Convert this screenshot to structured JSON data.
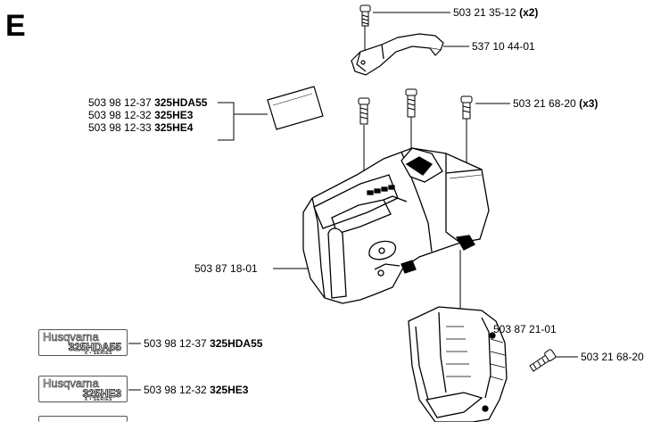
{
  "section": {
    "letter": "E"
  },
  "parts": {
    "screw_top": {
      "number": "503 21 35-12",
      "qty": "(x2)"
    },
    "cover_top": {
      "number": "537 10 44-01"
    },
    "screws_mid": {
      "number": "503 21 68-20",
      "qty": "(x3)"
    },
    "decal_group": [
      {
        "number": "503 98 12-37",
        "model": "325HDA55"
      },
      {
        "number": "503 98 12-32",
        "model": "325HE3"
      },
      {
        "number": "503 98 12-33",
        "model": "325HE4"
      }
    ],
    "main_cover": {
      "number": "503 87 18-01"
    },
    "lower_cover": {
      "number": "503 87 21-01"
    },
    "screw_lower": {
      "number": "503 21 68-20"
    }
  },
  "decals": [
    {
      "brand": "Husqvarna",
      "model_art": "325HDA55",
      "series": "X • SERIES",
      "number": "503 98 12-37",
      "model": "325HDA55"
    },
    {
      "brand": "Husqvarna",
      "model_art": "325HE3",
      "series": "X • SERIES",
      "number": "503 98 12-32",
      "model": "325HE3"
    }
  ]
}
